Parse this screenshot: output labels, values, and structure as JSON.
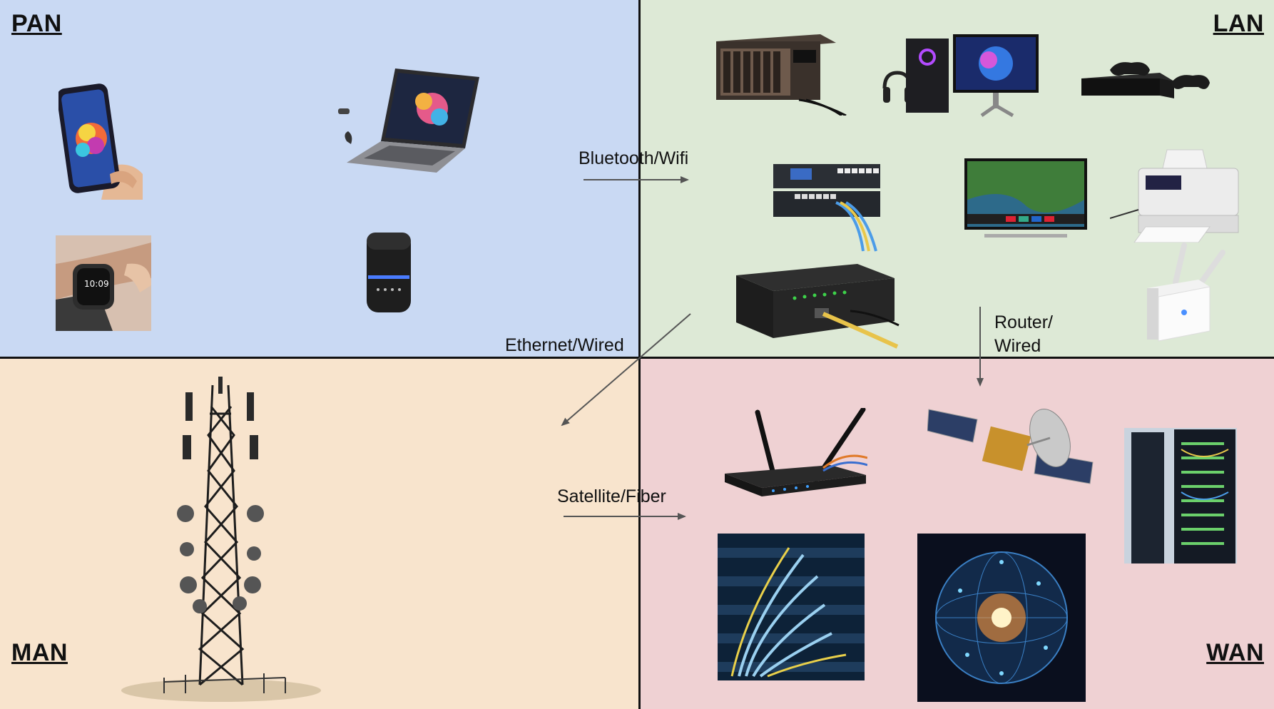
{
  "quadrants": {
    "pan": {
      "label": "PAN",
      "color": "#c9d9f3"
    },
    "lan": {
      "label": "LAN",
      "color": "#dde9d6"
    },
    "man": {
      "label": "MAN",
      "color": "#f8e4cd"
    },
    "wan": {
      "label": "WAN",
      "color": "#efd1d3"
    }
  },
  "connections": {
    "pan_to_lan": "Bluetooth/Wifi",
    "lan_to_man": "Ethernet/Wired",
    "lan_to_wan_line1": "Router/",
    "lan_to_wan_line2": "Wired",
    "man_to_wan": "Satellite/Fiber"
  },
  "devices": {
    "pan": [
      "smartphone",
      "laptop",
      "smartwatch",
      "smart-speaker"
    ],
    "lan": [
      "nas-storage",
      "gaming-pc",
      "game-console",
      "network-switch",
      "smart-tv",
      "printer",
      "modem",
      "wifi-extender"
    ],
    "man": [
      "cell-tower"
    ],
    "wan": [
      "wireless-router",
      "satellite",
      "server-rack",
      "fiber-cables",
      "global-network"
    ]
  }
}
